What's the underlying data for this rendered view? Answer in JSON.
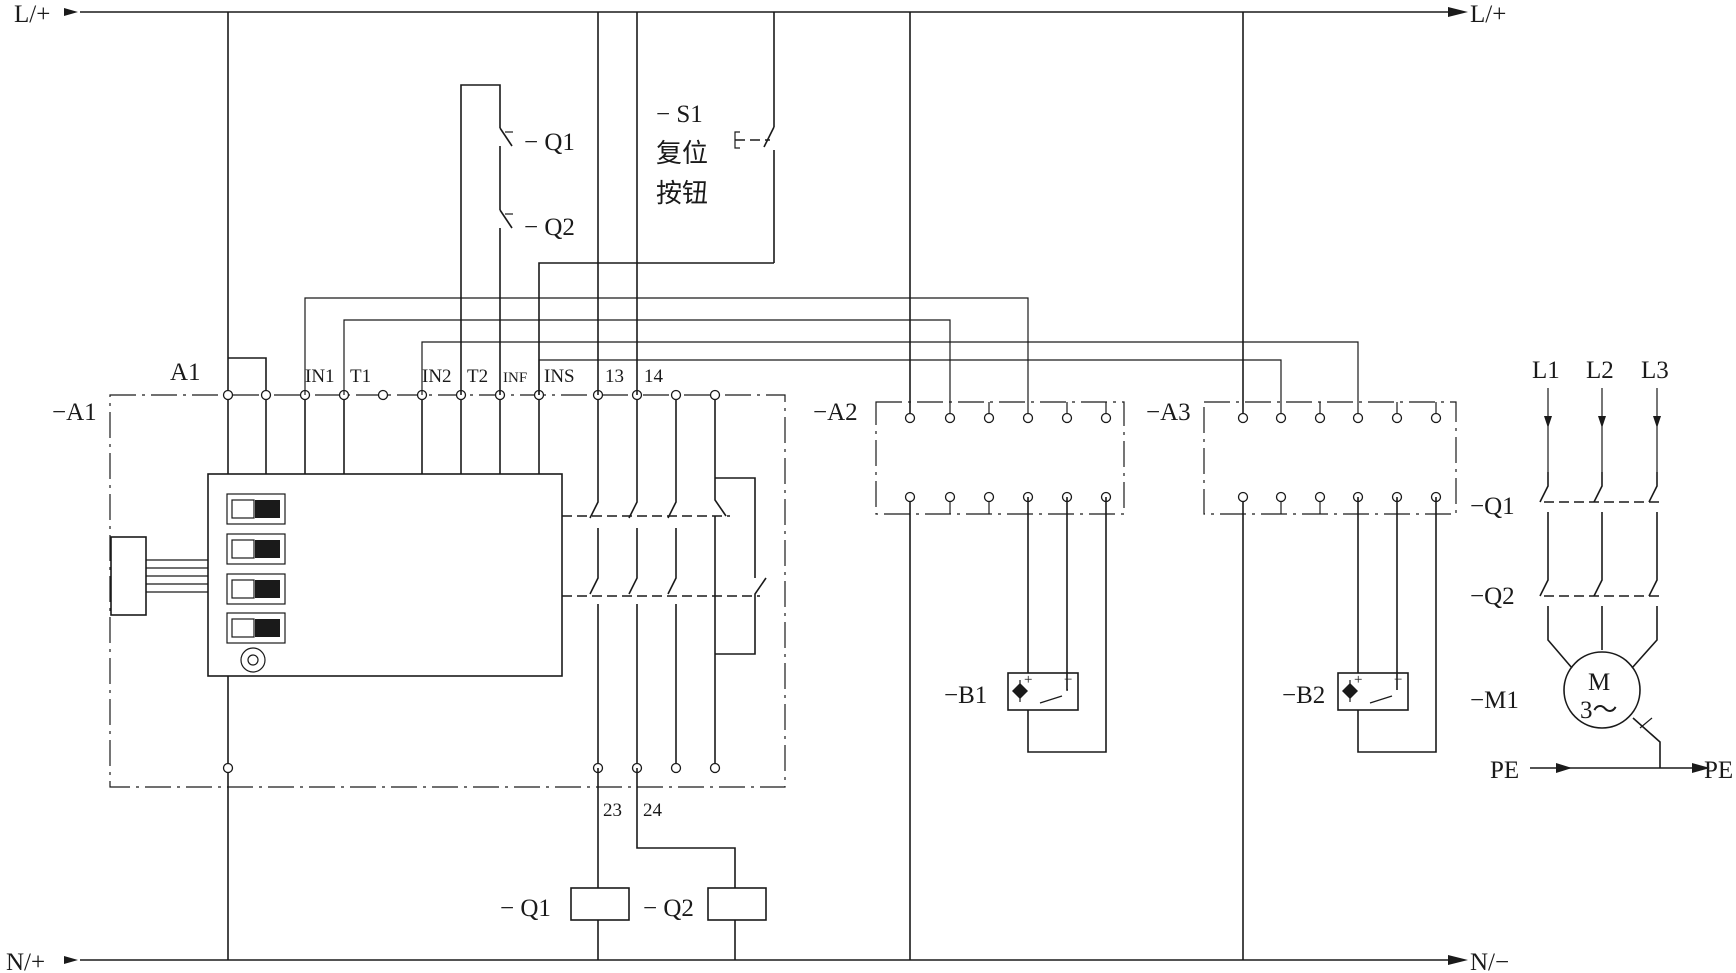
{
  "rails": {
    "top_left": "L/+",
    "top_right": "L/+",
    "bottom_left": "N/+",
    "bottom_right": "N/−"
  },
  "safety_relay": {
    "designation": "−A1",
    "terminals": {
      "a1": "A1",
      "in1": "IN1",
      "t1": "T1",
      "in2": "IN2",
      "t2": "T2",
      "inf": "INF",
      "ins": "INS",
      "t13": "13",
      "t14": "14",
      "t23": "23",
      "t24": "24"
    }
  },
  "feedback_contacts": {
    "q1": "− Q1",
    "q2": "− Q2"
  },
  "reset_button": {
    "designation": "− S1",
    "label_line1": "复位",
    "label_line2": "按钮"
  },
  "module_a2": {
    "designation": "−A2"
  },
  "module_a3": {
    "designation": "−A3"
  },
  "sensors": {
    "b1": "−B1",
    "b2": "−B2",
    "plus": "+",
    "minus": "−"
  },
  "coils": {
    "q1": "− Q1",
    "q2": "− Q2"
  },
  "motor_circuit": {
    "phases": [
      "L1",
      "L2",
      "L3"
    ],
    "contactor_q1": "−Q1",
    "contactor_q2": "−Q2",
    "motor_designation": "−M1",
    "motor_letter": "M",
    "motor_type": "3～",
    "pe_left": "PE",
    "pe_right": "PE"
  }
}
